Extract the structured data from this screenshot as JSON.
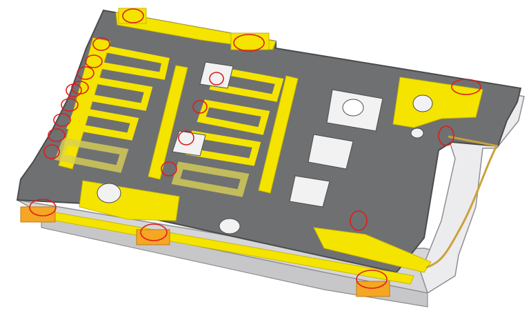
{
  "scene": {
    "subject": "sim-card-connector-cad-render",
    "colors": {
      "background": "#ffffff",
      "housing": "#6f7072",
      "housing_edge": "#4a4b4d",
      "metal": "#f4e400",
      "metal_dark": "#c9b800",
      "cutout": "#f2f2f2",
      "shell": "#d6d6d8",
      "shell_edge": "#8e8e90",
      "foot": "#f5a623",
      "highlight": "#e01b1b"
    },
    "highlight_count": 18,
    "contact_count": 8
  }
}
